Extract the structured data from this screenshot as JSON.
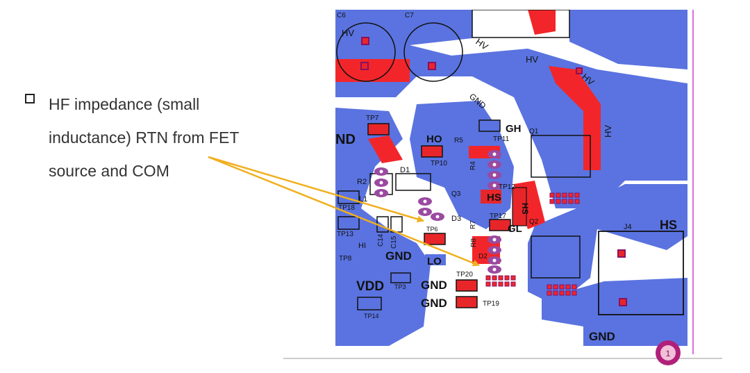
{
  "bullet": {
    "icon": "checkbox-bullet-icon",
    "lines": [
      "HF impedance (small",
      "inductance) RTN from FET",
      "source and COM"
    ]
  },
  "colors": {
    "gnd_pour": "#5a73e0",
    "hv_trace": "#f2262a",
    "pad": "#e8262a",
    "via": "#9a4aa0",
    "silkscreen": "#111111",
    "arrow": "#f0b020",
    "border": "#d040d0",
    "page_badge": "#b0207a"
  },
  "pcb": {
    "labels": {
      "c6": "C6",
      "c7": "C7",
      "hv1": "HV",
      "hv2": "HV",
      "hv3": "HV",
      "hv4": "HV",
      "hv5": "HV",
      "gnd_mid": "GND",
      "nd": "ND",
      "tp7": "TP7",
      "ho": "HO",
      "r5": "R5",
      "gh": "GH",
      "q1": "Q1",
      "tp11": "TP11",
      "tp10": "TP10",
      "r2": "R2",
      "d1": "D1",
      "l1": "L1",
      "tp18": "TP18",
      "q3": "Q3",
      "r4": "R4",
      "hs_mid": "HS",
      "tp12": "TP12",
      "hs_vert": "HS",
      "tp13": "TP13",
      "d3": "D3",
      "r7": "R7",
      "tp17": "TP17",
      "gl": "GL",
      "q2": "Q2",
      "hi": "HI",
      "tp8": "TP8",
      "c14": "C14",
      "c15": "C15",
      "tp6": "TP6",
      "gnd_left": "GND",
      "lo": "LO",
      "r8": "R8",
      "d2": "D2",
      "vdd": "VDD",
      "tp3": "TP3",
      "gnd1": "GND",
      "tp20": "TP20",
      "gnd2": "GND",
      "tp19": "TP19",
      "tp14": "TP14",
      "j4": "J4",
      "hs_right": "HS",
      "gnd_bottom": "GND"
    }
  },
  "page_number": "1"
}
